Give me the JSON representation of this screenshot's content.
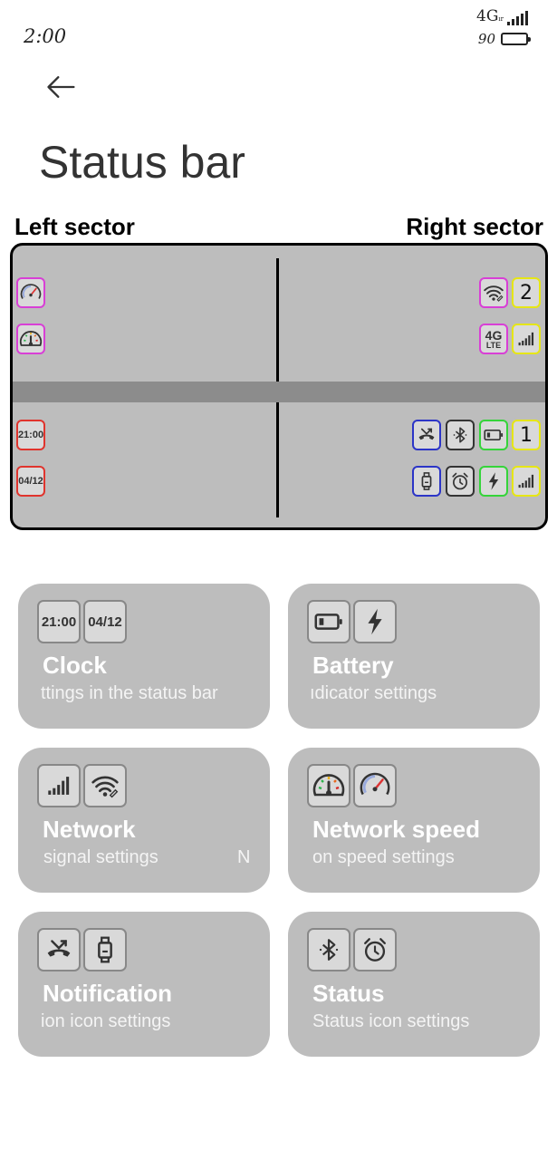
{
  "status_bar": {
    "time": "2:00",
    "network": "4G",
    "network_sub": "ır",
    "battery_level": "90"
  },
  "page": {
    "title": "Status bar",
    "left_sector_label": "Left sector",
    "right_sector_label": "Right sector"
  },
  "preview": {
    "left_clock": "21:00",
    "left_date": "04/12",
    "right_top_number": "2",
    "right_bottom_number": "1",
    "lte_top": "4G",
    "lte_bottom": "LTE"
  },
  "cards": {
    "clock": {
      "title": "Clock",
      "subtitle": "ttings in the status bar",
      "icon1": "21:00",
      "icon2": "04/12"
    },
    "battery": {
      "title": "Battery",
      "subtitle": "ıdicator settings"
    },
    "network": {
      "title": "Network",
      "subtitle": "signal settings",
      "subtitle_extra": "N"
    },
    "network_speed": {
      "title": "Network speed",
      "subtitle": "on speed settings"
    },
    "notification": {
      "title": "Notification",
      "subtitle": "ion icon settings"
    },
    "status": {
      "title": "Status",
      "subtitle": "Status icon settings"
    }
  },
  "colors": {
    "clock": "#e0342d",
    "battery": "#35d43a",
    "network": "#e6e614",
    "network_speed": "#d83fd6",
    "notification": "#2c35c7",
    "status": "#333333",
    "card_bg": "#bdbdbd"
  }
}
